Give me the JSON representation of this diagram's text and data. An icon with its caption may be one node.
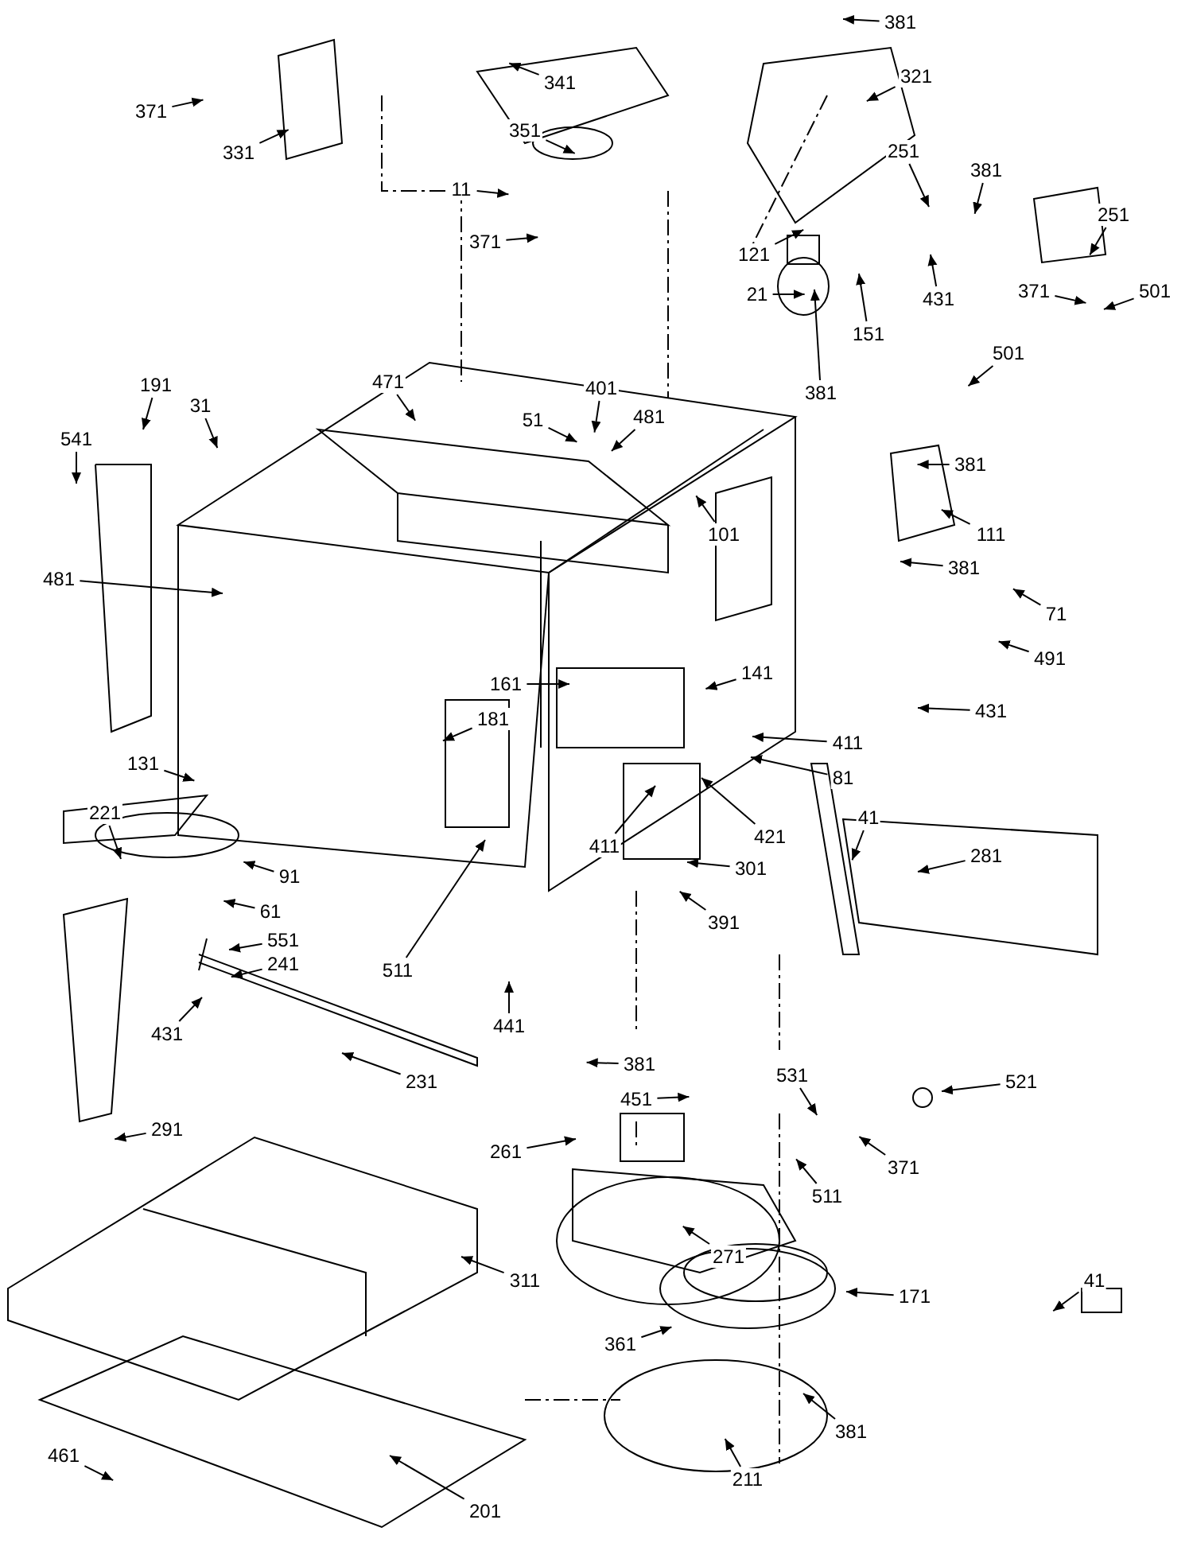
{
  "diagram": {
    "nodes": [
      {
        "text": [
          "371"
        ]
      },
      {
        "text": [
          "331"
        ]
      },
      {
        "text": [
          "341"
        ]
      },
      {
        "text": [
          "381"
        ]
      },
      {
        "text": [
          "321"
        ]
      },
      {
        "text": [
          "351"
        ]
      },
      {
        "text": [
          "11"
        ]
      },
      {
        "text": [
          "371"
        ]
      },
      {
        "text": [
          "251"
        ]
      },
      {
        "text": [
          "381"
        ]
      },
      {
        "text": [
          "251"
        ]
      },
      {
        "text": [
          "371"
        ]
      },
      {
        "text": [
          "501"
        ]
      },
      {
        "text": [
          "121"
        ]
      },
      {
        "text": [
          "21"
        ]
      },
      {
        "text": [
          "431"
        ]
      },
      {
        "text": [
          "501"
        ]
      },
      {
        "text": [
          "151"
        ]
      },
      {
        "text": [
          "381"
        ]
      },
      {
        "text": [
          "541"
        ]
      },
      {
        "text": [
          "191"
        ]
      },
      {
        "text": [
          "31"
        ]
      },
      {
        "text": [
          "471"
        ]
      },
      {
        "text": [
          "401"
        ]
      },
      {
        "text": [
          "51"
        ]
      },
      {
        "text": [
          "481"
        ]
      },
      {
        "text": [
          "101"
        ]
      },
      {
        "text": [
          "111"
        ]
      },
      {
        "text": [
          "381"
        ]
      },
      {
        "text": [
          "381"
        ]
      },
      {
        "text": [
          "71"
        ]
      },
      {
        "text": [
          "141"
        ]
      },
      {
        "text": [
          "491"
        ]
      },
      {
        "text": [
          "431"
        ]
      },
      {
        "text": [
          "481"
        ]
      },
      {
        "text": [
          "161"
        ]
      },
      {
        "text": [
          "181"
        ]
      },
      {
        "text": [
          "411"
        ]
      },
      {
        "text": [
          "81"
        ]
      },
      {
        "text": [
          "421"
        ]
      },
      {
        "text": [
          "411"
        ]
      },
      {
        "text": [
          "131"
        ]
      },
      {
        "text": [
          "221"
        ]
      },
      {
        "text": [
          "91"
        ]
      },
      {
        "text": [
          "61"
        ]
      },
      {
        "text": [
          "551"
        ]
      },
      {
        "text": [
          "241"
        ]
      },
      {
        "text": [
          "511"
        ]
      },
      {
        "text": [
          "301"
        ]
      },
      {
        "text": [
          "391"
        ]
      },
      {
        "text": [
          "41"
        ]
      },
      {
        "text": [
          "281"
        ]
      },
      {
        "text": [
          "431"
        ]
      },
      {
        "text": [
          "441"
        ]
      },
      {
        "text": [
          "381"
        ]
      },
      {
        "text": [
          "451"
        ]
      },
      {
        "text": [
          "531"
        ]
      },
      {
        "text": [
          "521"
        ]
      },
      {
        "text": [
          "291"
        ]
      },
      {
        "text": [
          "231"
        ]
      },
      {
        "text": [
          "261"
        ]
      },
      {
        "text": [
          "371"
        ]
      },
      {
        "text": [
          "511"
        ]
      },
      {
        "text": [
          "41"
        ]
      },
      {
        "text": [
          "271"
        ]
      },
      {
        "text": [
          "171"
        ]
      },
      {
        "text": [
          "311"
        ]
      },
      {
        "text": [
          "361"
        ]
      },
      {
        "text": [
          "381"
        ]
      },
      {
        "text": [
          "211"
        ]
      },
      {
        "text": [
          "461"
        ]
      },
      {
        "text": [
          "201"
        ]
      }
    ],
    "edges": [
      {
        "from": 0,
        "to": null,
        "arrow": "to"
      },
      {
        "from": 1,
        "to": null,
        "arrow": "to"
      },
      {
        "from": 2,
        "to": null,
        "arrow": "to"
      },
      {
        "from": 3,
        "to": null,
        "arrow": "to"
      },
      {
        "from": 4,
        "to": null,
        "arrow": "to"
      },
      {
        "from": 5,
        "to": null,
        "arrow": "to"
      },
      {
        "from": 6,
        "to": null,
        "arrow": "to"
      },
      {
        "from": 7,
        "to": null,
        "arrow": "to"
      },
      {
        "from": 8,
        "to": null,
        "arrow": "to"
      },
      {
        "from": 9,
        "to": null,
        "arrow": "to"
      },
      {
        "from": 10,
        "to": null,
        "arrow": "to"
      },
      {
        "from": 11,
        "to": null,
        "arrow": "to"
      },
      {
        "from": 12,
        "to": null,
        "arrow": "to"
      },
      {
        "from": 13,
        "to": null,
        "arrow": "to"
      },
      {
        "from": 14,
        "to": null,
        "arrow": "to"
      },
      {
        "from": 15,
        "to": null,
        "arrow": "to"
      },
      {
        "from": 16,
        "to": null,
        "arrow": "to"
      },
      {
        "from": 17,
        "to": null,
        "arrow": "to"
      },
      {
        "from": 18,
        "to": null,
        "arrow": "to"
      },
      {
        "from": 19,
        "to": null,
        "arrow": "to"
      },
      {
        "from": 20,
        "to": null,
        "arrow": "to"
      },
      {
        "from": 21,
        "to": null,
        "arrow": "to"
      },
      {
        "from": 22,
        "to": null,
        "arrow": "to"
      },
      {
        "from": 23,
        "to": null,
        "arrow": "to"
      },
      {
        "from": 24,
        "to": null,
        "arrow": "to"
      },
      {
        "from": 25,
        "to": null,
        "arrow": "to"
      },
      {
        "from": 26,
        "to": null,
        "arrow": "to"
      },
      {
        "from": 27,
        "to": null,
        "arrow": "to"
      },
      {
        "from": 28,
        "to": null,
        "arrow": "to"
      },
      {
        "from": 29,
        "to": null,
        "arrow": "to"
      },
      {
        "from": 30,
        "to": null,
        "arrow": "to"
      },
      {
        "from": 31,
        "to": null,
        "arrow": "to"
      },
      {
        "from": 32,
        "to": null,
        "arrow": "to"
      },
      {
        "from": 33,
        "to": null,
        "arrow": "to"
      },
      {
        "from": 34,
        "to": null,
        "arrow": "to"
      },
      {
        "from": 35,
        "to": null,
        "arrow": "to"
      },
      {
        "from": 36,
        "to": null,
        "arrow": "to"
      },
      {
        "from": 37,
        "to": null,
        "arrow": "to"
      },
      {
        "from": 38,
        "to": null,
        "arrow": "to"
      },
      {
        "from": 39,
        "to": null,
        "arrow": "to"
      },
      {
        "from": 40,
        "to": null,
        "arrow": "to"
      },
      {
        "from": 41,
        "to": null,
        "arrow": "to"
      },
      {
        "from": 42,
        "to": null,
        "arrow": "to"
      },
      {
        "from": 43,
        "to": null,
        "arrow": "to"
      },
      {
        "from": 44,
        "to": null,
        "arrow": "to"
      },
      {
        "from": 45,
        "to": null,
        "arrow": "to"
      },
      {
        "from": 46,
        "to": null,
        "arrow": "to"
      },
      {
        "from": 47,
        "to": null,
        "arrow": "to"
      },
      {
        "from": 48,
        "to": null,
        "arrow": "to"
      },
      {
        "from": 49,
        "to": null,
        "arrow": "to"
      },
      {
        "from": 50,
        "to": null,
        "arrow": "to"
      },
      {
        "from": 51,
        "to": null,
        "arrow": "to"
      },
      {
        "from": 52,
        "to": null,
        "arrow": "to"
      },
      {
        "from": 53,
        "to": null,
        "arrow": "to"
      },
      {
        "from": 54,
        "to": null,
        "arrow": "to"
      },
      {
        "from": 55,
        "to": null,
        "arrow": "to"
      },
      {
        "from": 56,
        "to": null,
        "arrow": "to"
      },
      {
        "from": 57,
        "to": null,
        "arrow": "to"
      },
      {
        "from": 58,
        "to": null,
        "arrow": "to"
      },
      {
        "from": 59,
        "to": null,
        "arrow": "to"
      },
      {
        "from": 60,
        "to": null,
        "arrow": "to"
      },
      {
        "from": 61,
        "to": null,
        "arrow": "to"
      },
      {
        "from": 62,
        "to": null,
        "arrow": "to"
      },
      {
        "from": 63,
        "to": null,
        "arrow": "to"
      },
      {
        "from": 64,
        "to": null,
        "arrow": "to"
      },
      {
        "from": 65,
        "to": null,
        "arrow": "to"
      },
      {
        "from": 66,
        "to": null,
        "arrow": "to"
      },
      {
        "from": 67,
        "to": null,
        "arrow": "to"
      },
      {
        "from": 68,
        "to": null,
        "arrow": "to"
      },
      {
        "from": 69,
        "to": null,
        "arrow": "to"
      },
      {
        "from": 70,
        "to": null,
        "arrow": "to"
      },
      {
        "from": 71,
        "to": null,
        "arrow": "to"
      }
    ]
  }
}
